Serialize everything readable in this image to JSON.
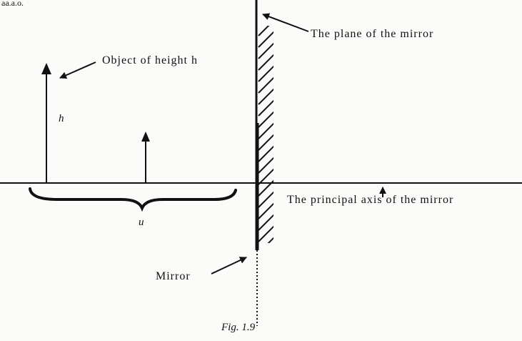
{
  "header_fragment": "aa.a.o.",
  "labels": {
    "plane_of_mirror": "The plane of the mirror",
    "object_label": "Object of height h",
    "height_symbol": "h",
    "distance_symbol": "u",
    "principal_axis": "The principal axis of the mirror",
    "mirror": "Mirror",
    "figure_caption": "Fig. 1.9"
  },
  "colors": {
    "ink": "#111111",
    "paper": "#fbfbf9"
  }
}
